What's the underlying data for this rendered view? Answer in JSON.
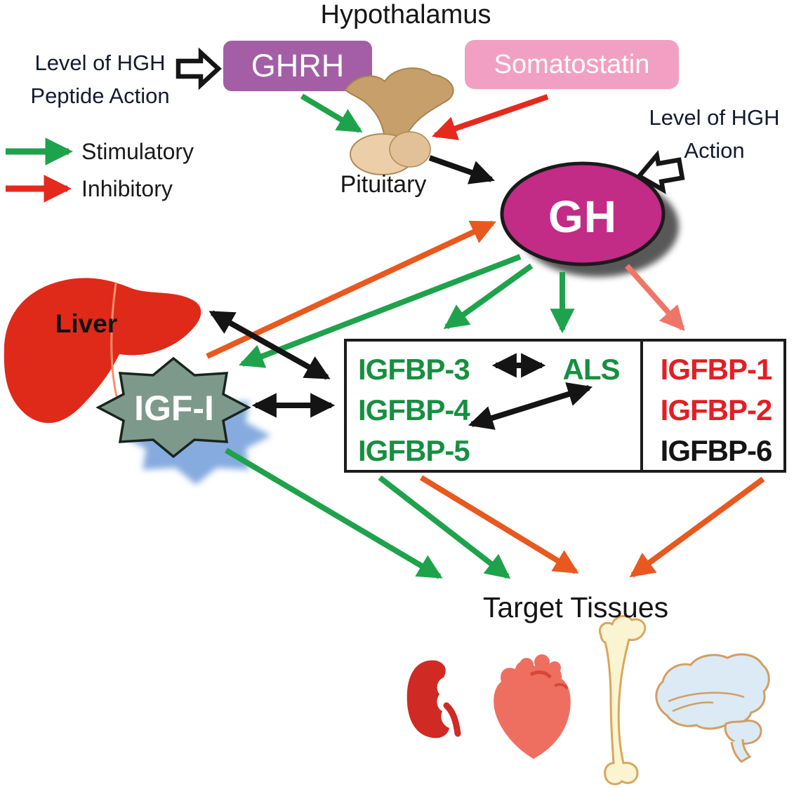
{
  "title": "Hypothalamus",
  "annotations": {
    "hgh_peptide": {
      "line1": "Level of HGH",
      "line2": "Peptide Action"
    },
    "hgh_action": {
      "line1": "Level of HGH",
      "line2": "Action"
    }
  },
  "legend": {
    "stimulatory": "Stimulatory",
    "inhibitory": "Inhibitory"
  },
  "nodes": {
    "ghrh": "GHRH",
    "somatostatin": "Somatostatin",
    "pituitary": "Pituitary",
    "gh": "GH",
    "liver": "Liver",
    "igf1": "IGF-I",
    "als": "ALS",
    "target_tissues": "Target Tissues"
  },
  "binding_proteins": {
    "left_column": [
      "IGFBP-3",
      "IGFBP-4",
      "IGFBP-5"
    ],
    "right_column": [
      {
        "label": "IGFBP-1",
        "color": "#e31e25"
      },
      {
        "label": "IGFBP-2",
        "color": "#e31e25"
      },
      {
        "label": "IGFBP-6",
        "color": "#141414"
      }
    ]
  },
  "organs": [
    "kidney",
    "heart",
    "bone",
    "brain"
  ],
  "colors": {
    "stimulatory_green": "#1fa24c",
    "inhibitory_red": "#e6291d",
    "feedback_orange": "#e8581f",
    "salmon_red": "#ef7568",
    "arrow_black": "#141414",
    "ghrh_purple": "#a35ea6",
    "somatostatin_pink": "#f1a0c3",
    "gh_magenta": "#c22b86",
    "igf1_sage": "#7d998b",
    "igf1_shadow_blue": "#86abdf",
    "liver_red": "#df2a1a",
    "igfbp_green": "#168f41",
    "kidney_red": "#cf2b24",
    "heart_salmon": "#ee6f60",
    "bone_cream": "#fbf4d3",
    "bone_outline": "#d9a758",
    "brain_blue": "#dbeaf5",
    "brain_outline": "#d29e63",
    "pituitary_tan": "#c79f6a",
    "pituitary_light": "#eccfa9"
  }
}
